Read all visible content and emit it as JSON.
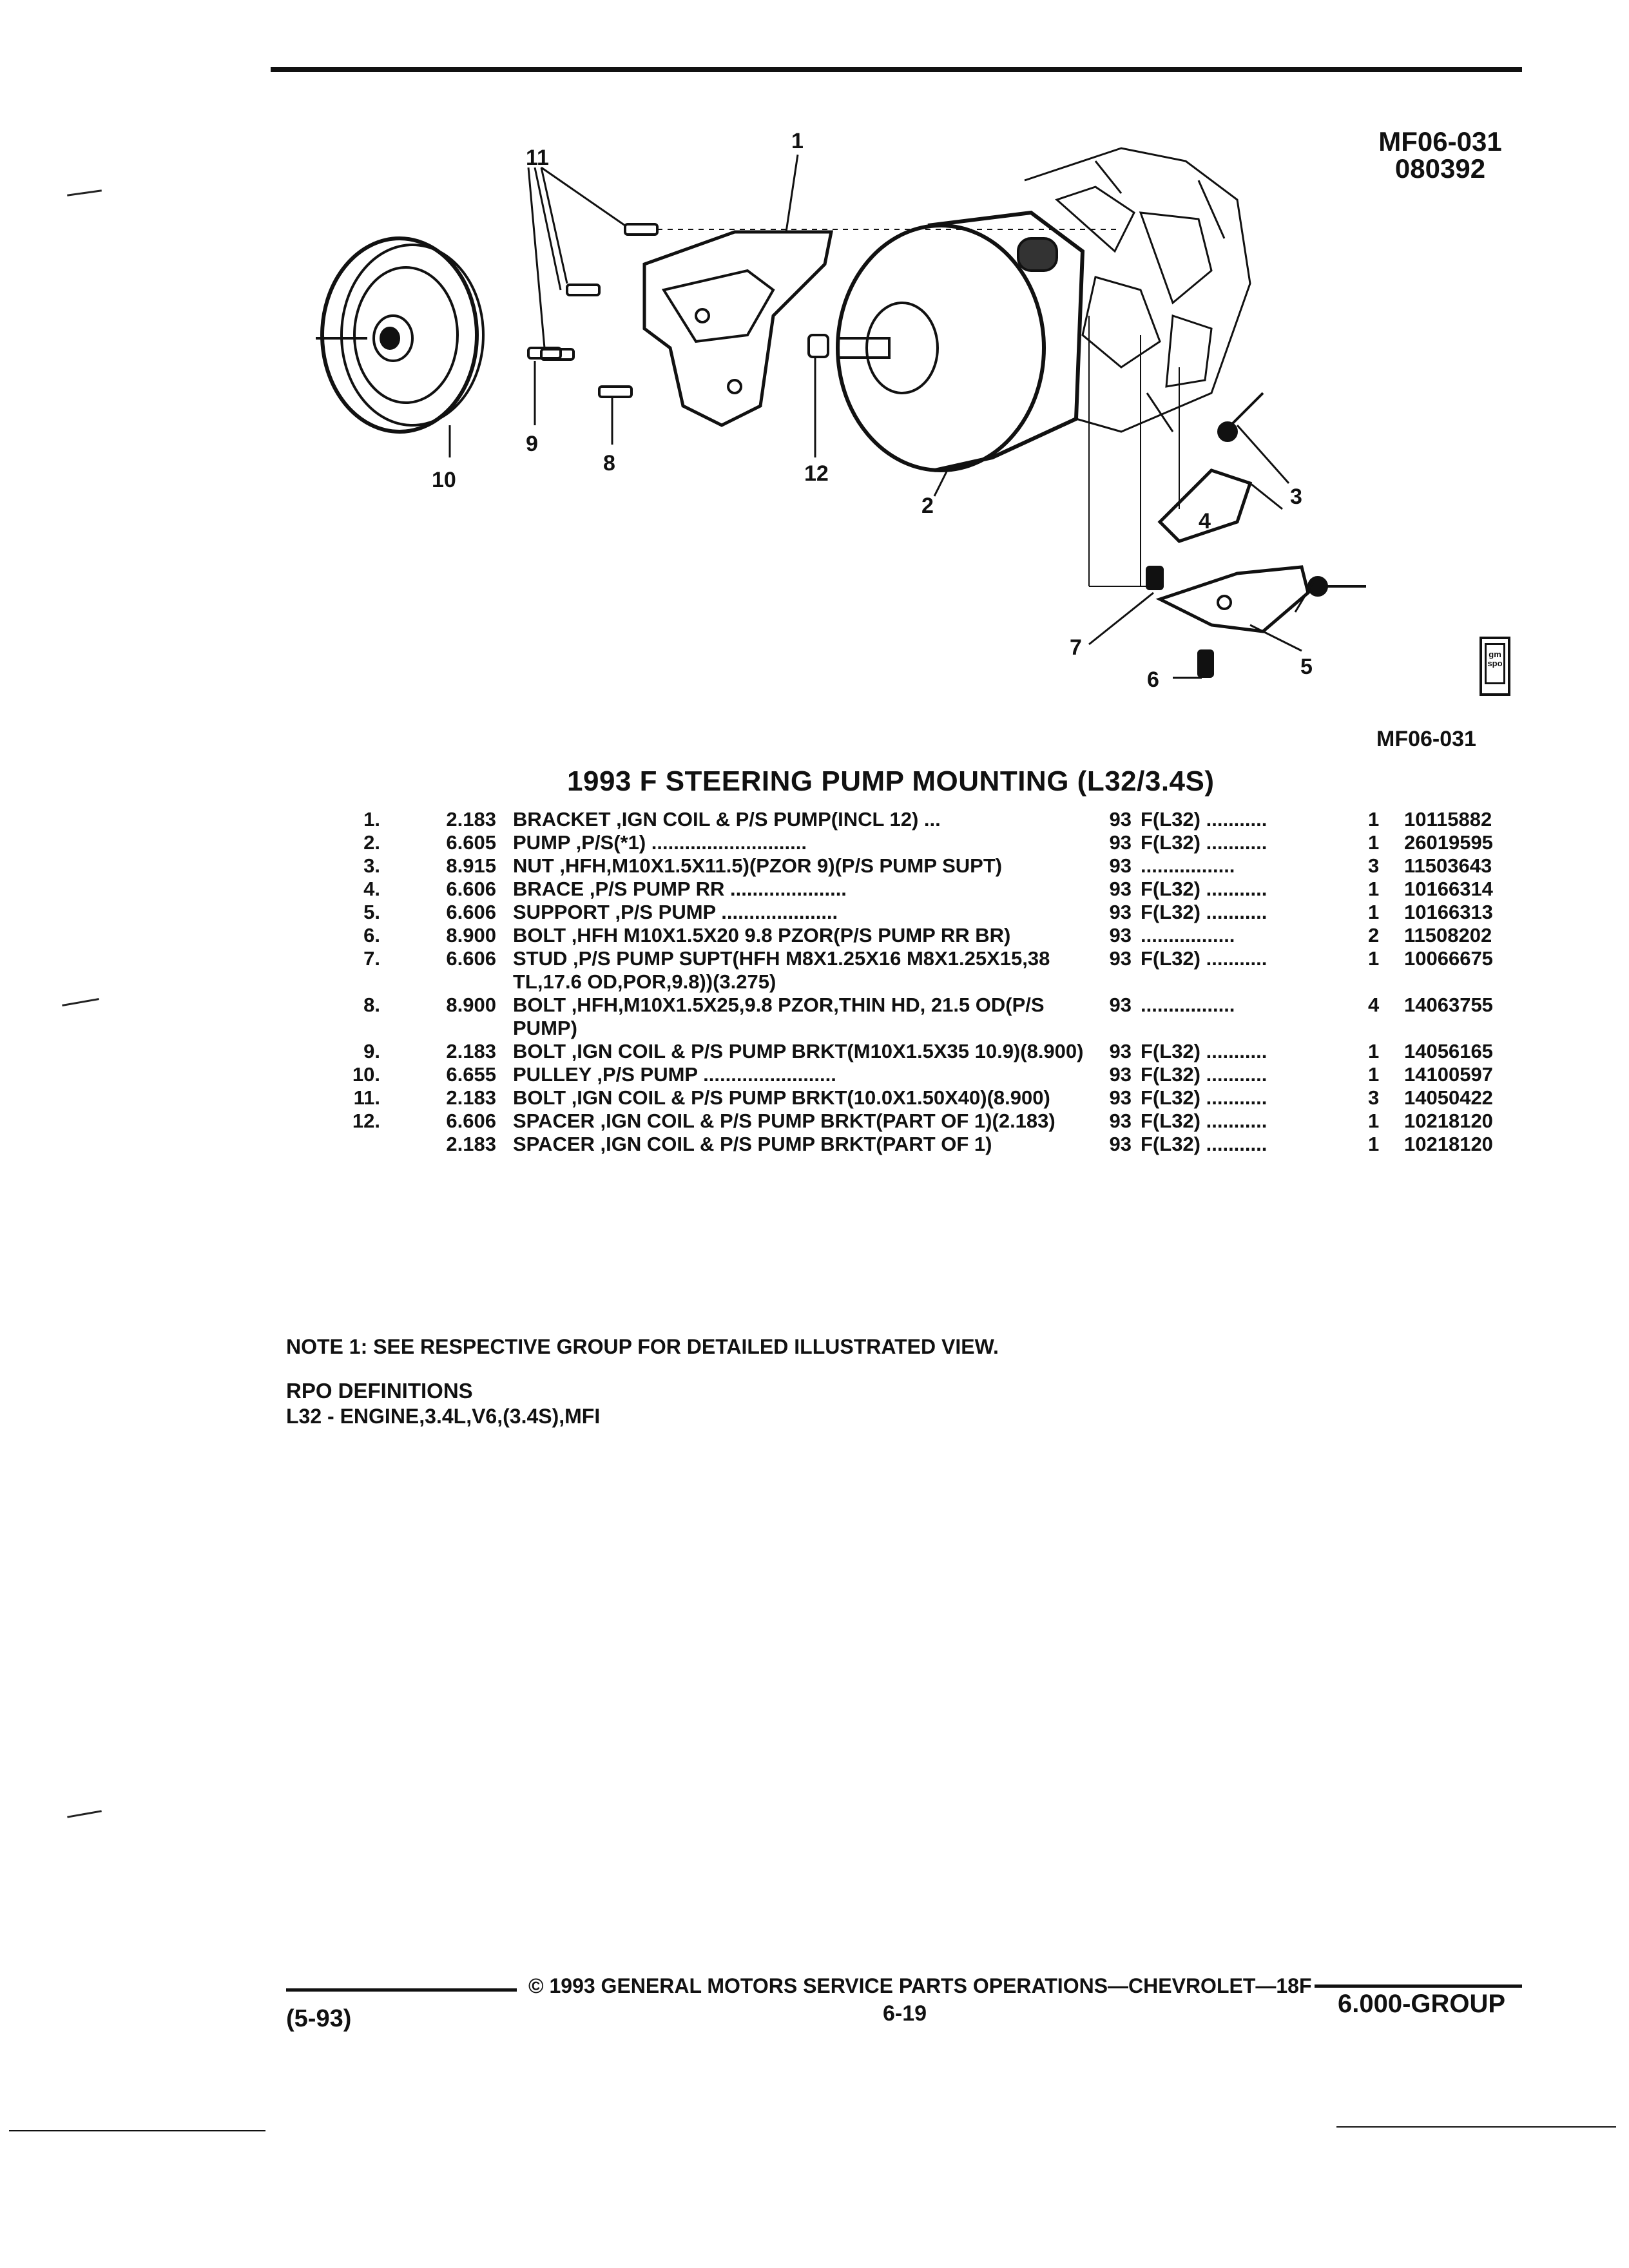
{
  "header": {
    "figure_code": "MF06-031",
    "figure_date": "080392"
  },
  "diagram": {
    "callouts": [
      "1",
      "2",
      "3",
      "4",
      "5",
      "6",
      "7",
      "8",
      "9",
      "10",
      "11",
      "12"
    ],
    "badge_icon": "gm-spo-logo-icon",
    "badge_text": "gm spo",
    "caption_code": "MF06-031"
  },
  "section": {
    "title": "1993 F STEERING PUMP MOUNTING (L32/3.4S)"
  },
  "parts": [
    {
      "num": "1.",
      "group": "2.183",
      "name": "BRACKET",
      "detail": " ,IGN COIL & P/S PUMP(INCL 12)",
      "dots": " ...",
      "year": "93",
      "model": "F(L32) ...........",
      "qty": "1",
      "part_no": "10115882"
    },
    {
      "num": "2.",
      "group": "6.605",
      "name": "PUMP",
      "detail": " ,P/S(*1)",
      "dots": " ............................",
      "year": "93",
      "model": "F(L32) ...........",
      "qty": "1",
      "part_no": "26019595"
    },
    {
      "num": "3.",
      "group": "8.915",
      "name": "NUT",
      "detail": " ,HFH,M10X1.5X11.5)(PZOR 9)(P/S PUMP SUPT)",
      "dots": "",
      "year": "93",
      "model": ".................",
      "qty": "3",
      "part_no": "11503643"
    },
    {
      "num": "4.",
      "group": "6.606",
      "name": "BRACE",
      "detail": " ,P/S PUMP RR",
      "dots": " .....................",
      "year": "93",
      "model": "F(L32) ...........",
      "qty": "1",
      "part_no": "10166314"
    },
    {
      "num": "5.",
      "group": "6.606",
      "name": "SUPPORT",
      "detail": " ,P/S PUMP",
      "dots": " .....................",
      "year": "93",
      "model": "F(L32) ...........",
      "qty": "1",
      "part_no": "10166313"
    },
    {
      "num": "6.",
      "group": "8.900",
      "name": "BOLT",
      "detail": " ,HFH M10X1.5X20 9.8 PZOR(P/S PUMP RR BR)",
      "dots": "",
      "year": "93",
      "model": ".................",
      "qty": "2",
      "part_no": "11508202"
    },
    {
      "num": "7.",
      "group": "6.606",
      "name": "STUD",
      "detail": " ,P/S PUMP SUPT(HFH M8X1.25X16 M8X1.25X15,38 TL,17.6 OD,POR,9.8))(3.275)",
      "dots": "",
      "year": "93",
      "model": "F(L32) ...........",
      "qty": "1",
      "part_no": "10066675"
    },
    {
      "num": "8.",
      "group": "8.900",
      "name": "BOLT",
      "detail": " ,HFH,M10X1.5X25,9.8 PZOR,THIN HD, 21.5 OD(P/S PUMP)",
      "dots": "",
      "year": "93",
      "model": ".................",
      "qty": "4",
      "part_no": "14063755"
    },
    {
      "num": "9.",
      "group": "2.183",
      "name": "BOLT",
      "detail": " ,IGN COIL & P/S PUMP BRKT(M10X1.5X35 10.9)(8.900)",
      "dots": "",
      "year": "93",
      "model": "F(L32) ...........",
      "qty": "1",
      "part_no": "14056165"
    },
    {
      "num": "10.",
      "group": "6.655",
      "name": "PULLEY",
      "detail": " ,P/S PUMP",
      "dots": " ........................",
      "year": "93",
      "model": "F(L32) ...........",
      "qty": "1",
      "part_no": "14100597"
    },
    {
      "num": "11.",
      "group": "2.183",
      "name": "BOLT",
      "detail": " ,IGN COIL & P/S PUMP BRKT(10.0X1.50X40)(8.900)",
      "dots": "",
      "year": "93",
      "model": "F(L32) ...........",
      "qty": "3",
      "part_no": "14050422"
    },
    {
      "num": "12.",
      "group": "6.606",
      "name": "SPACER",
      "detail": " ,IGN COIL & P/S PUMP BRKT(PART OF 1)(2.183)",
      "dots": "",
      "year": "93",
      "model": "F(L32) ...........",
      "qty": "1",
      "part_no": "10218120"
    },
    {
      "num": "",
      "group": "2.183",
      "name": "SPACER",
      "detail": " ,IGN COIL & P/S PUMP BRKT(PART OF 1)",
      "dots": "",
      "year": "93",
      "model": "F(L32) ...........",
      "qty": "1",
      "part_no": "10218120"
    }
  ],
  "notes": {
    "note1": "NOTE  1:  SEE RESPECTIVE GROUP FOR DETAILED ILLUSTRATED VIEW."
  },
  "rpo": {
    "heading": "RPO DEFINITIONS",
    "definition": "L32 - ENGINE,3.4L,V6,(3.4S),MFI"
  },
  "footer": {
    "revision": "(5-93)",
    "copyright": "©  1993  GENERAL MOTORS SERVICE PARTS OPERATIONS—CHEVROLET—18F",
    "page": "6-19",
    "group": "6.000-GROUP"
  }
}
